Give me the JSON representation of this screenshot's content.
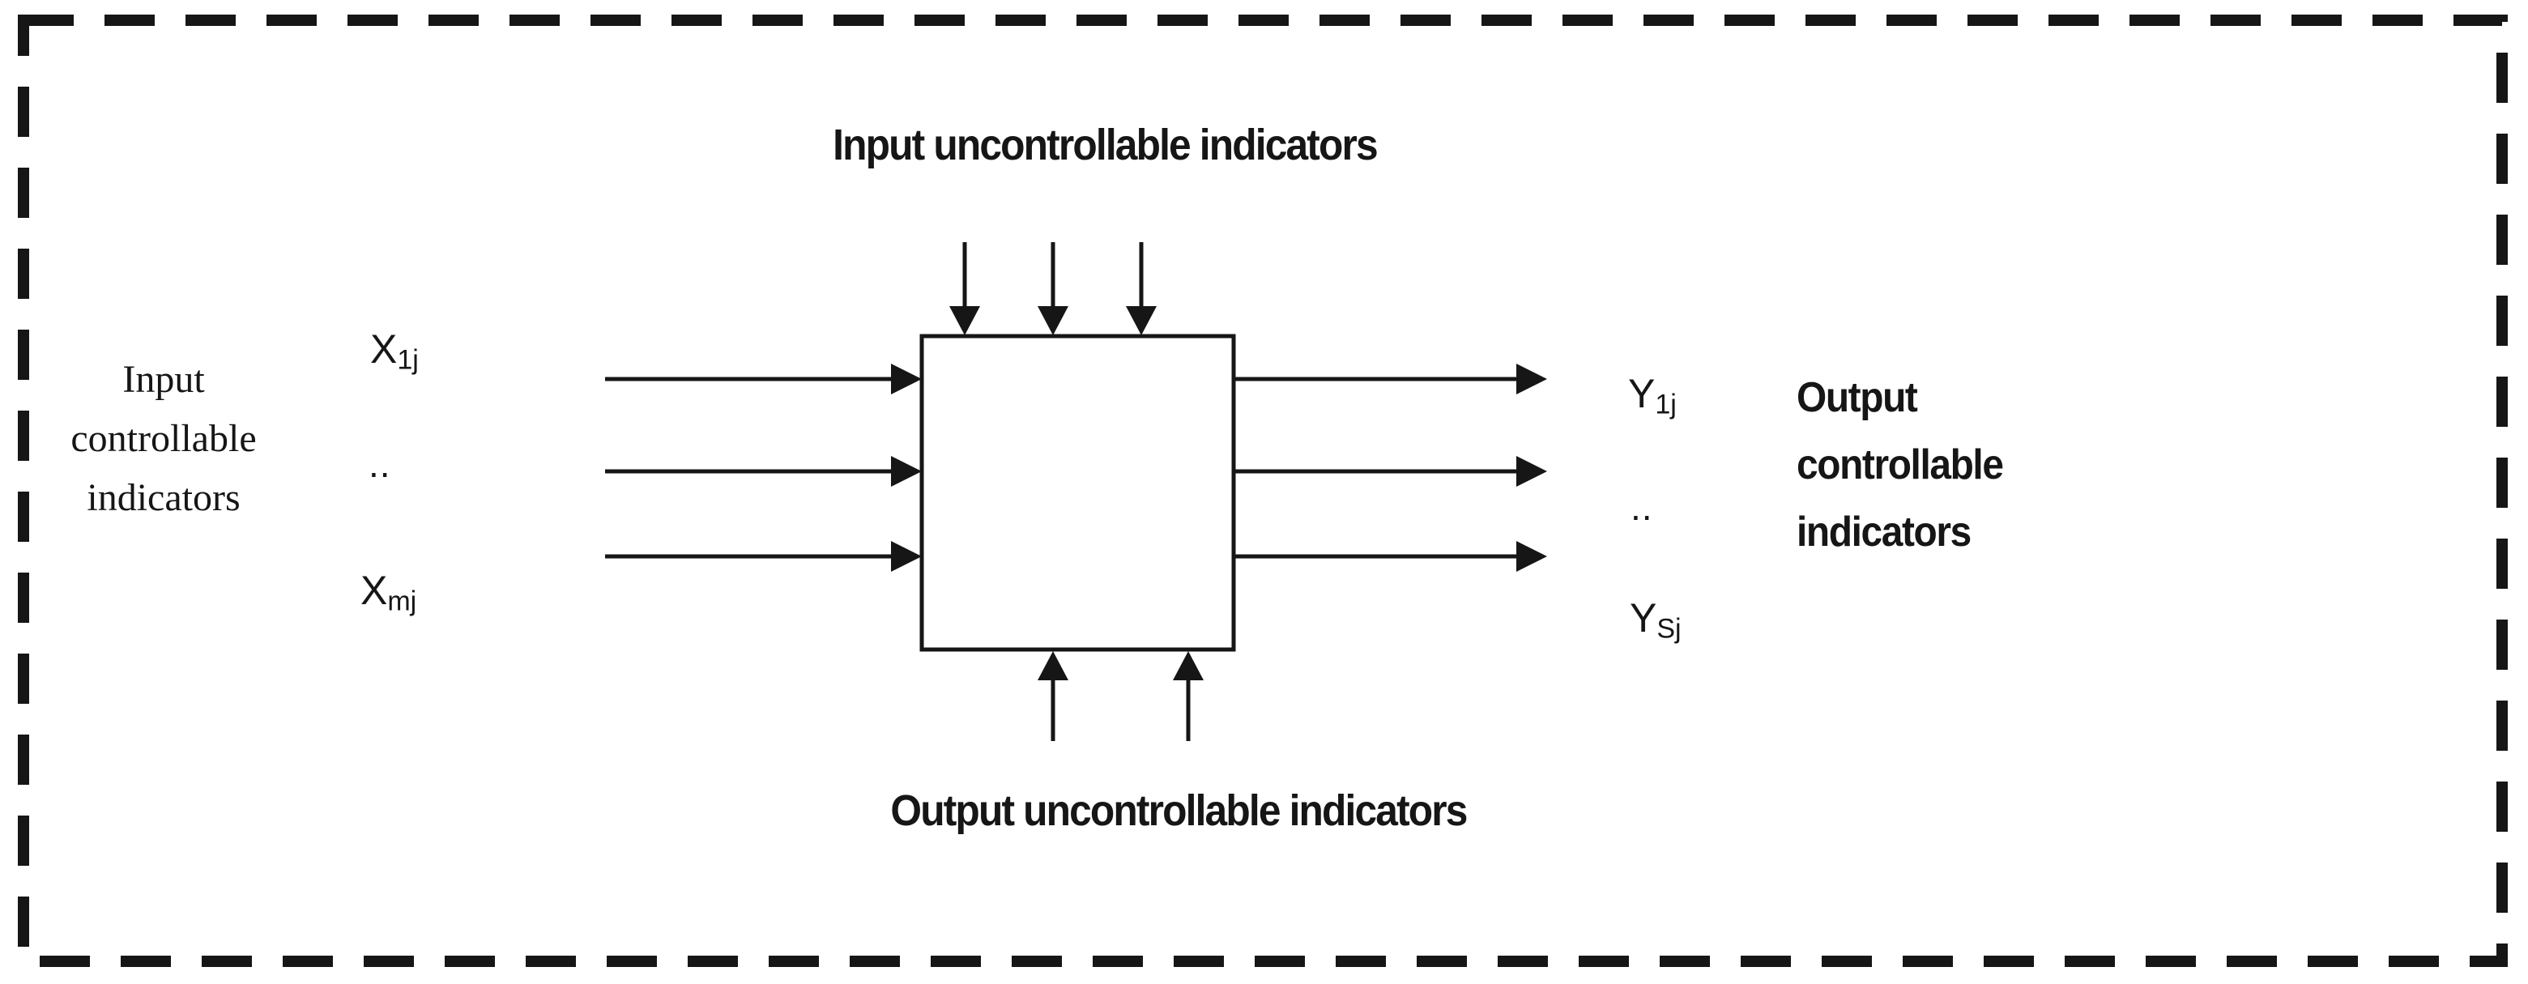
{
  "figure": {
    "background": "#ffffff",
    "ink": "#161616",
    "top_title": "Input uncontrollable indicators",
    "bottom_title": "Output uncontrollable indicators",
    "left_caption": {
      "line1": "Input",
      "line2": "controllable",
      "line3": "indicators"
    },
    "right_caption": {
      "line1": "Output",
      "line2": "controllable",
      "line3": "indicators"
    },
    "input_variables": {
      "first": {
        "base": "X",
        "sub": "1j"
      },
      "ellipsis": "..",
      "last": {
        "base": "X",
        "sub": "mj"
      }
    },
    "output_variables": {
      "first": {
        "base": "Y",
        "sub": "1j"
      },
      "ellipsis": "..",
      "last": {
        "base": "Y",
        "sub": "Sj"
      }
    },
    "arrows": {
      "top_uncontrollable_inputs": 3,
      "bottom_uncontrollable_outputs": 2,
      "left_controllable_inputs": 3,
      "right_controllable_outputs": 3
    }
  }
}
